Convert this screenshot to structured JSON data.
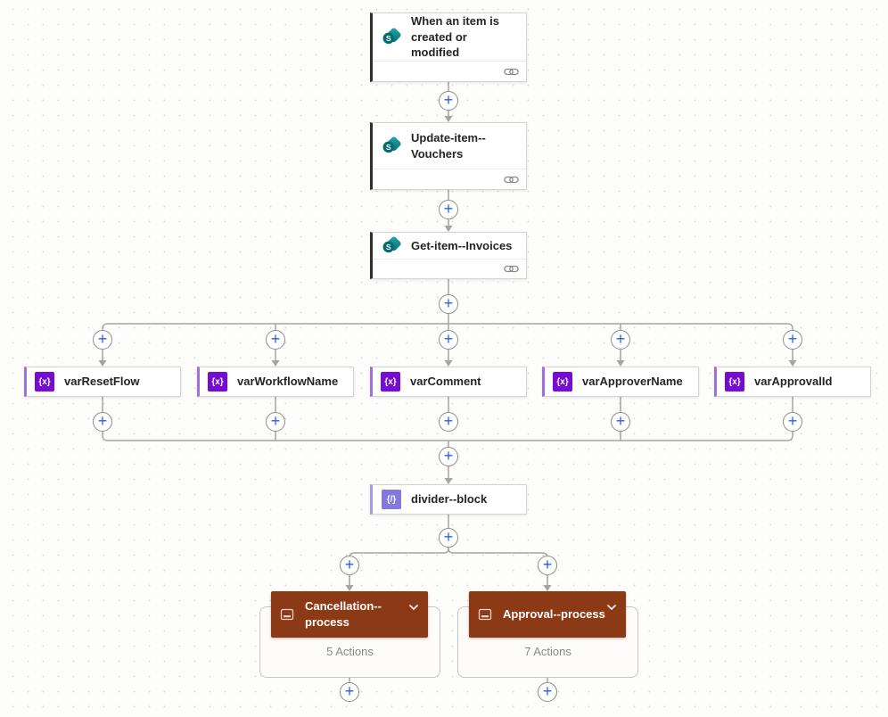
{
  "flow": {
    "trigger": {
      "title": "When an item is created or modified"
    },
    "actions": {
      "update_item": {
        "title": "Update-item--Vouchers"
      },
      "get_item": {
        "title": "Get-item--Invoices"
      }
    },
    "variables": [
      {
        "label": "varResetFlow"
      },
      {
        "label": "varWorkflowName"
      },
      {
        "label": "varComment"
      },
      {
        "label": "varApproverName"
      },
      {
        "label": "varApprovalId"
      }
    ],
    "divider": {
      "label": "divider--block"
    },
    "scopes": [
      {
        "title": "Cancellation--process",
        "actions_count": "5 Actions"
      },
      {
        "title": "Approval--process",
        "actions_count": "7 Actions"
      }
    ]
  },
  "icons": {
    "variable_glyph": "{x}",
    "divider_glyph": "{/}",
    "sharepoint_letter": "S"
  },
  "colors": {
    "variable_icon_bg": "#770bd6",
    "divider_icon_bg": "#8378de",
    "scope_header_bg": "#8c3a16",
    "connector": "#a6a4a2",
    "plus_accent": "#2c5ce6",
    "card_accent_dark": "#2f2e2d"
  }
}
